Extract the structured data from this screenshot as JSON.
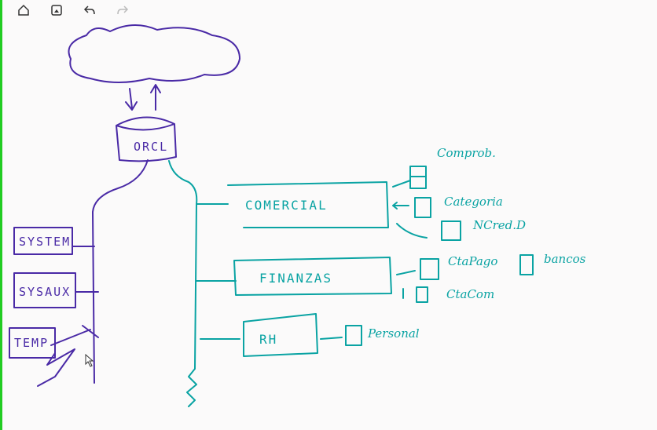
{
  "toolbar": {
    "icons": [
      "home-icon",
      "image-icon",
      "undo-icon",
      "redo-icon"
    ]
  },
  "colors": {
    "purple": "#4a2aa6",
    "teal": "#0aa3a3",
    "edge": "#22cc22"
  },
  "diagram": {
    "database": "ORCL",
    "tablespaces": [
      "SYSTEM",
      "SYSAUX",
      "TEMP"
    ],
    "schemas": [
      "COMERCIAL",
      "FINANZAS",
      "RH"
    ],
    "notes": {
      "comercial": [
        "Comprob.",
        "Categoria",
        "NCred.D"
      ],
      "finanzas": [
        "CtaPago",
        "bancos",
        "CtaCom"
      ],
      "rh": [
        "Personal"
      ]
    }
  }
}
